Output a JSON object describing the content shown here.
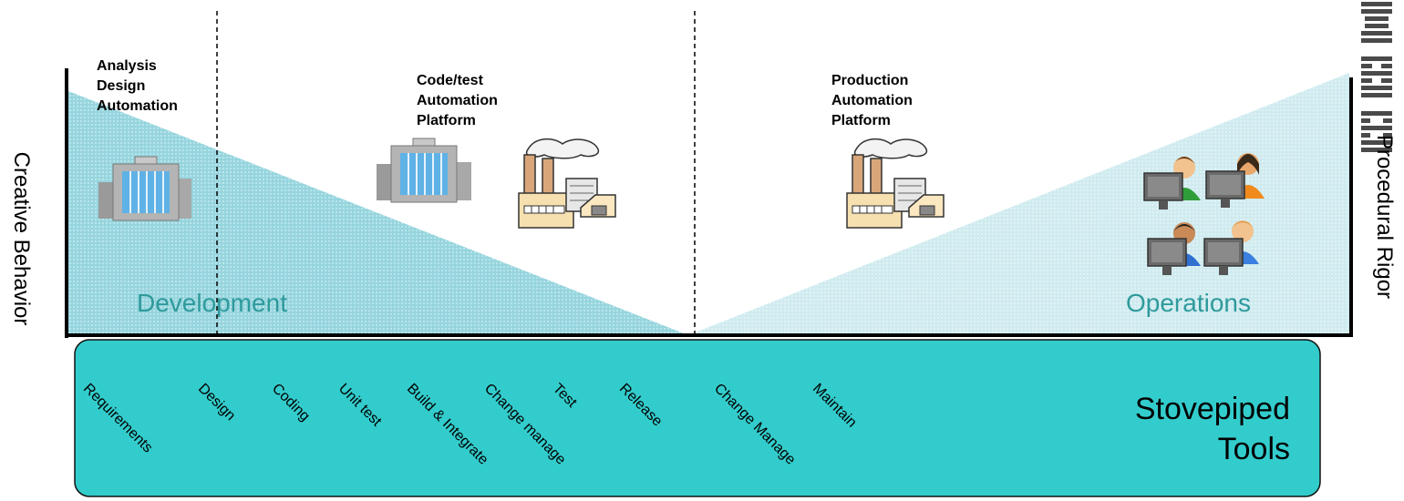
{
  "axes": {
    "left": "Creative Behavior",
    "right": "Procedural Rigor"
  },
  "phases": [
    {
      "lines": [
        "Analysis",
        "Design",
        "Automation"
      ]
    },
    {
      "lines": [
        "Code/test",
        "Automation",
        "Platform"
      ]
    },
    {
      "lines": [
        "Production",
        "Automation",
        "Platform"
      ]
    }
  ],
  "areas": {
    "development": "Development",
    "operations": "Operations"
  },
  "tools_bar": {
    "title_lines": [
      "Stovepiped",
      "Tools"
    ],
    "steps": [
      "Requirements",
      "Design",
      "Coding",
      "Unit test",
      "Build & Integrate",
      "Change manage",
      "Test",
      "Release",
      "Change Manage",
      "Maintain"
    ]
  },
  "icons": [
    "office-building-icon",
    "office-building-icon",
    "factory-icon",
    "factory-icon",
    "operators-at-computers-icon",
    "ibm-logo-icon"
  ],
  "colors": {
    "development_fill": "#7ccbd6",
    "operations_fill": "#c7e8ec",
    "tools_bar": "#33cccc",
    "area_text": "#2e9a9c"
  }
}
